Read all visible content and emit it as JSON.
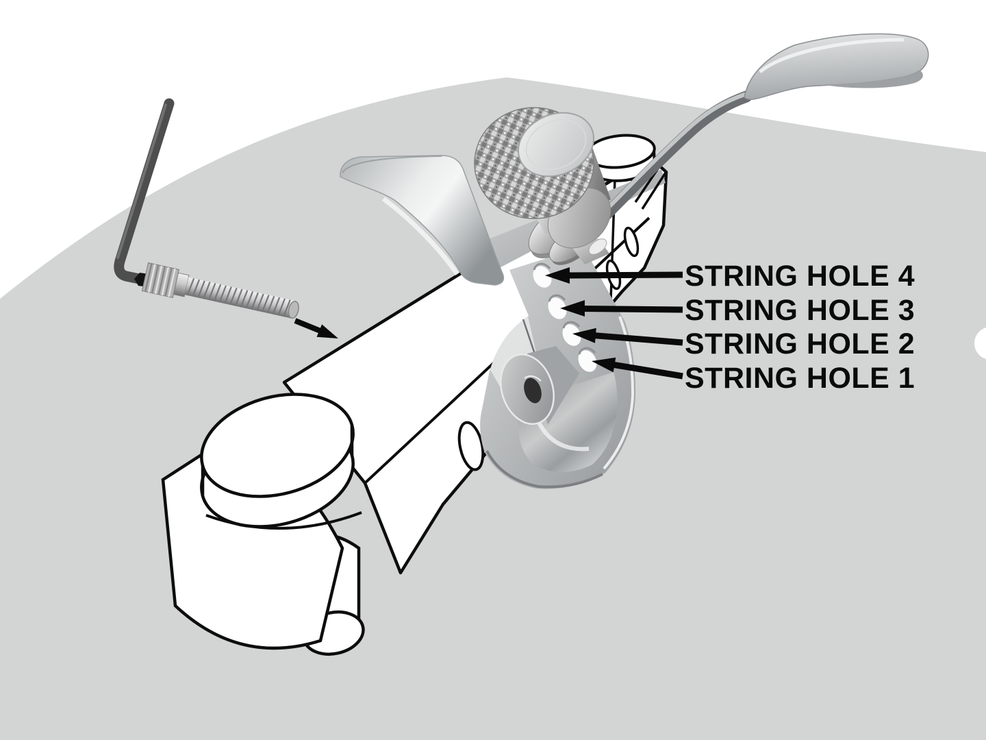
{
  "figure": {
    "type": "technical-illustration",
    "subject": "tremolo-string-lock-assembly-exploded-view",
    "background_color": "#ffffff",
    "surface_color": "#d3d4d4",
    "line_color": "#0d0d0d",
    "label_color": "#0a0a0a",
    "callouts": [
      {
        "id": "string-hole-4",
        "text": "STRING HOLE 4"
      },
      {
        "id": "string-hole-3",
        "text": "STRING HOLE 3"
      },
      {
        "id": "string-hole-2",
        "text": "STRING HOLE 2"
      },
      {
        "id": "string-hole-1",
        "text": "STRING HOLE 1"
      }
    ],
    "components": [
      "hex-wrench",
      "knurled-string-screw",
      "insert-direction-arrow",
      "clamp-bracket",
      "knurled-thumbwheel",
      "washer-stack",
      "string-hole-plate",
      "pivot-bushing",
      "tremolo-arm",
      "bridge-block-outline",
      "roller-cylinders"
    ]
  }
}
